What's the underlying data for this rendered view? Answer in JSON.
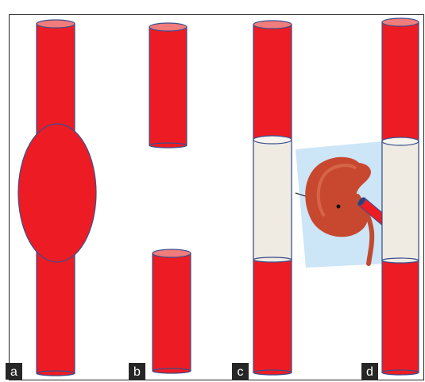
{
  "figure": {
    "panels": [
      {
        "label": "a"
      },
      {
        "label": "b"
      },
      {
        "label": "c"
      },
      {
        "label": "d"
      }
    ]
  },
  "colors": {
    "vessel_red": "#ED1C24",
    "vessel_top": "#F07C7C",
    "vessel_outline": "#3B4F8C",
    "graft": "#EFEBE3",
    "label_box": "#262626",
    "kidney_bg": "#C9E4F7",
    "kidney": "#C8482F"
  }
}
